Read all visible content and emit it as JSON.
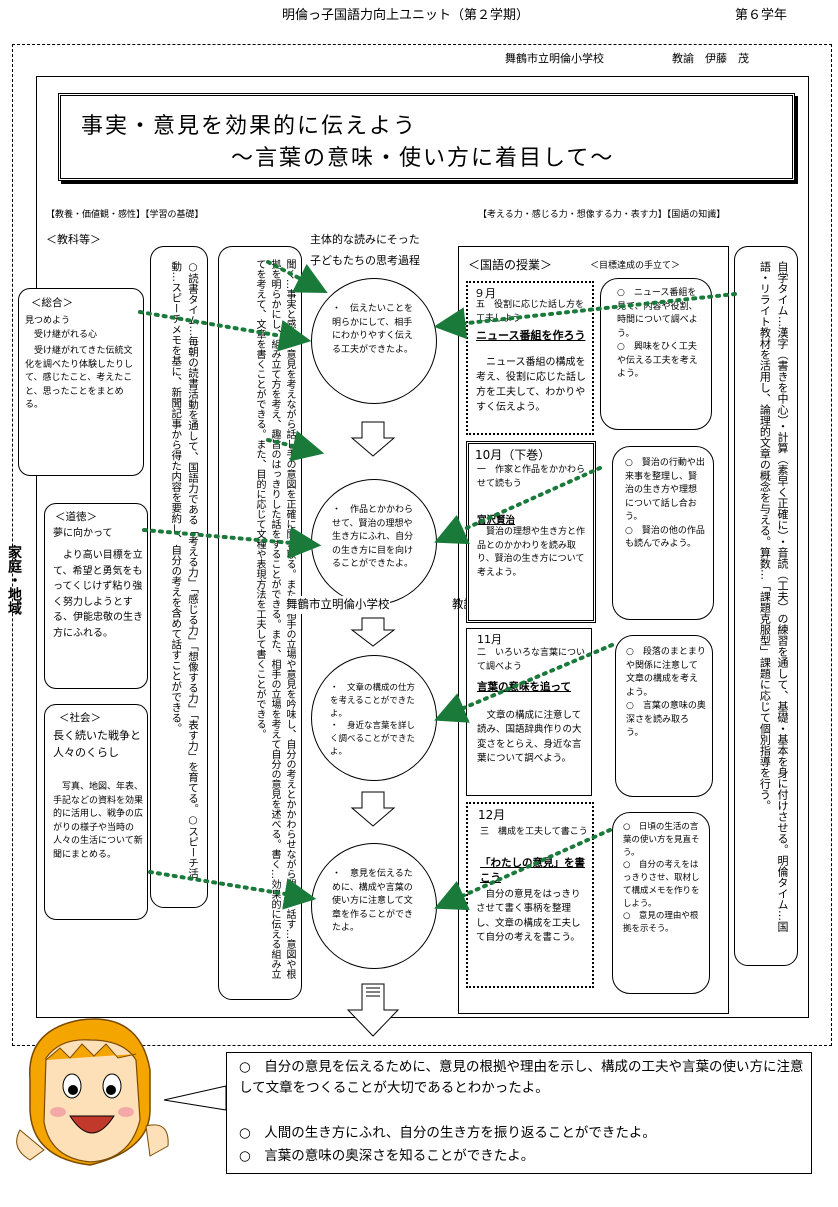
{
  "header": {
    "title": "明倫っ子国語力向上ユニット（第２学期）",
    "grade": "第６学年",
    "school": "舞鶴市立明倫小学校",
    "teacher": "教諭　伊藤　茂"
  },
  "unit_title": {
    "line1": "事実・意見を効果的に伝えよう",
    "line2": "～言葉の意味・使い方に着目して～"
  },
  "labels": {
    "left_tag": "【教養・価値観・感性】【学習の基礎】",
    "right_tag": "【考える力・感じる力・想像する力・表す力】【国語の知識】",
    "subjects": "＜教科等＞",
    "flow_title1": "主体的な読みにそった",
    "flow_title2": "子どもたちの思考過程",
    "lesson_title": "＜国語の授業＞",
    "lesson_sub": "＜目標達成の手立て＞",
    "home": "家庭・地域"
  },
  "left_boxes": [
    {
      "head": "＜総合＞",
      "sub": "見つめよう\n　受け継がれる心",
      "body": "　受け継がれてきた伝統文化を調べたり体験したりして、感じたこと、考えたこと、思ったことをまとめる。"
    },
    {
      "head": "＜道徳＞",
      "sub": "夢に向かって",
      "body": "　より高い目標を立て、希望と勇気をもってくじけず粘り強く努力しようとする、伊能忠敬の生き方にふれる。"
    },
    {
      "head": "＜社会＞",
      "sub": "長く続いた戦争と人々のくらし",
      "body": "　写真、地図、年表、手記などの資料を効果的に活用し、戦争の広がりの様子や当時の人々の生活について新聞にまとめる。"
    }
  ],
  "vertical_col1": "○読書タイム…毎朝の読書活動を通して、国語力である「考える力」「感じる力」「想像する力」「表す力」を育てる。○スピーチ活動…スピーチメモを基に、新聞記事から得た内容を要約し、自分の考えを含めて話すことができる。",
  "vertical_col2": "聞く…事実と感想、意見を考えながら話し手の意図を正確に聞き取る。また、相手の立場や意見を吟味し、自分の考えとかかわらせながら聞く。話す…意図や根拠を明らかにし、組み立て方を考え、趣旨のはっきりした話をすることができる。また、相手の立場を考えて自分の意見を述べる。書く…効果的に伝える組み立てを考えて、文章を書くことができる。また、目的に応じて文種や表現方法を工夫して書くことができる。",
  "vertical_right": "自学タイム…漢字（書きを中心）・計算（素早く正確に）・音読（工夫）の練習を通して、基礎・基本を身に付けさせる。明倫タイム…国語・リライト教材を活用し、論理的文章の概念を与える。算数…「課題克服型」課題に応じて個別指導を行う。",
  "circles": [
    "・　伝えたいことを明らかにして、相手にわかりやすく伝える工夫ができたよ。",
    "・　作品とかかわらせて、賢治の理想や生き方にふれ、自分の生き方に目を向けることができたよ。",
    "・　文章の構成の仕方を考えることができたよ。\n・　身近な言葉を詳しく調べることができたよ。",
    "・　意見を伝えるために、構成や言葉の使い方に注意して文章を作ることができたよ。"
  ],
  "lessons": [
    {
      "month": "９月",
      "unit": "五　役割に応じた話し方を工夫しよう",
      "title": "ニュース番組を作ろう",
      "body": "　ニュース番組の構成を考え、役割に応じた話し方を工夫して、わかりやすく伝えよう。"
    },
    {
      "month": "10月（下巻）",
      "unit": "一　作家と作品をかかわらせて読もう",
      "title": "宮沢賢治",
      "body": "　賢治の理想や生き方と作品とのかかわりを読み取り、賢治の生き方について考えよう。"
    },
    {
      "month": "11月",
      "unit": "二　いろいろな言葉について調べよう",
      "title": "言葉の意味を追って",
      "body": "　文章の構成に注意して読み、国語辞典作りの大変さをとらえ、身近な言葉について調べよう。"
    },
    {
      "month": "12月",
      "unit": "三　構成を工夫して書こう",
      "title": "「わたしの意見」を書こう",
      "body": "　自分の意見をはっきりさせて書く事柄を整理し、文章の構成を工夫して自分の考えを書こう。"
    }
  ],
  "supports": [
    "○　ニュース番組を見て、内容や役割、時間について調べよう。\n○　興味をひく工夫や伝える工夫を考えよう。",
    "○　賢治の行動や出来事を整理し、賢治の生き方や理想について話し合おう。\n○　賢治の他の作品も読んでみよう。",
    "○　段落のまとまりや関係に注意して文章の構成を考えよう。\n○　言葉の意味の奥深さを読み取ろう。",
    "○　日頃の生活の言葉の使い方を見直そう。\n○　自分の考えをはっきりさせ、取材して構成メモを作りをしよう。\n○　意見の理由や根拠を示そう。"
  ],
  "overlay_credit": {
    "school": "舞鶴市立明倫小学校",
    "teacher": "教諭　伊藤　茂"
  },
  "summary": [
    "○　自分の意見を伝えるために、意見の根拠や理由を示し、構成の工夫や言葉の使い方に注意して文章をつくることが大切であるとわかったよ。",
    "○　人間の生き方にふれ、自分の生き方を振り返ることができたよ。",
    "○　言葉の意味の奥深さを知ることができたよ。"
  ]
}
